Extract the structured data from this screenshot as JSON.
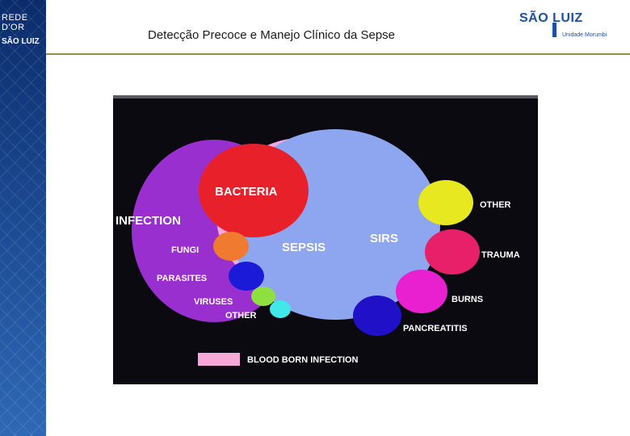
{
  "sidebar": {
    "line1": "REDE D'OR",
    "line2": "SÃO LUIZ"
  },
  "header": {
    "title": "Detecção Precoce e Manejo Clínico da Sepse"
  },
  "brand": {
    "name": "SÃO LUIZ",
    "unit": "Unidade Morumbi"
  },
  "diagram": {
    "labels": {
      "bacteria": "BACTERIA",
      "infection": "INFECTION",
      "fungi": "FUNGI",
      "sepsis": "SEPSIS",
      "sirs": "SIRS",
      "parasites": "PARASITES",
      "viruses": "VIRUSES",
      "other_infection": "OTHER",
      "other_sirs": "OTHER",
      "trauma": "TRAUMA",
      "burns": "BURNS",
      "pancreatitis": "PANCREATITIS",
      "legend": "BLOOD BORN INFECTION"
    },
    "colors": {
      "background": "#0a0a10",
      "infection": "#9a2fd0",
      "sirs": "#8ea5f0",
      "sepsis": "#f0a8e0",
      "bacteria": "#e8202a",
      "fungi": "#f07a30",
      "parasites": "#1a1ad8",
      "viruses": "#8ee040",
      "other_infection": "#40e8e8",
      "other_sirs": "#e8e820",
      "trauma": "#e8206a",
      "burns": "#e820d0",
      "pancreatitis": "#2010c8",
      "legend_swatch": "#f8a8d8"
    }
  }
}
